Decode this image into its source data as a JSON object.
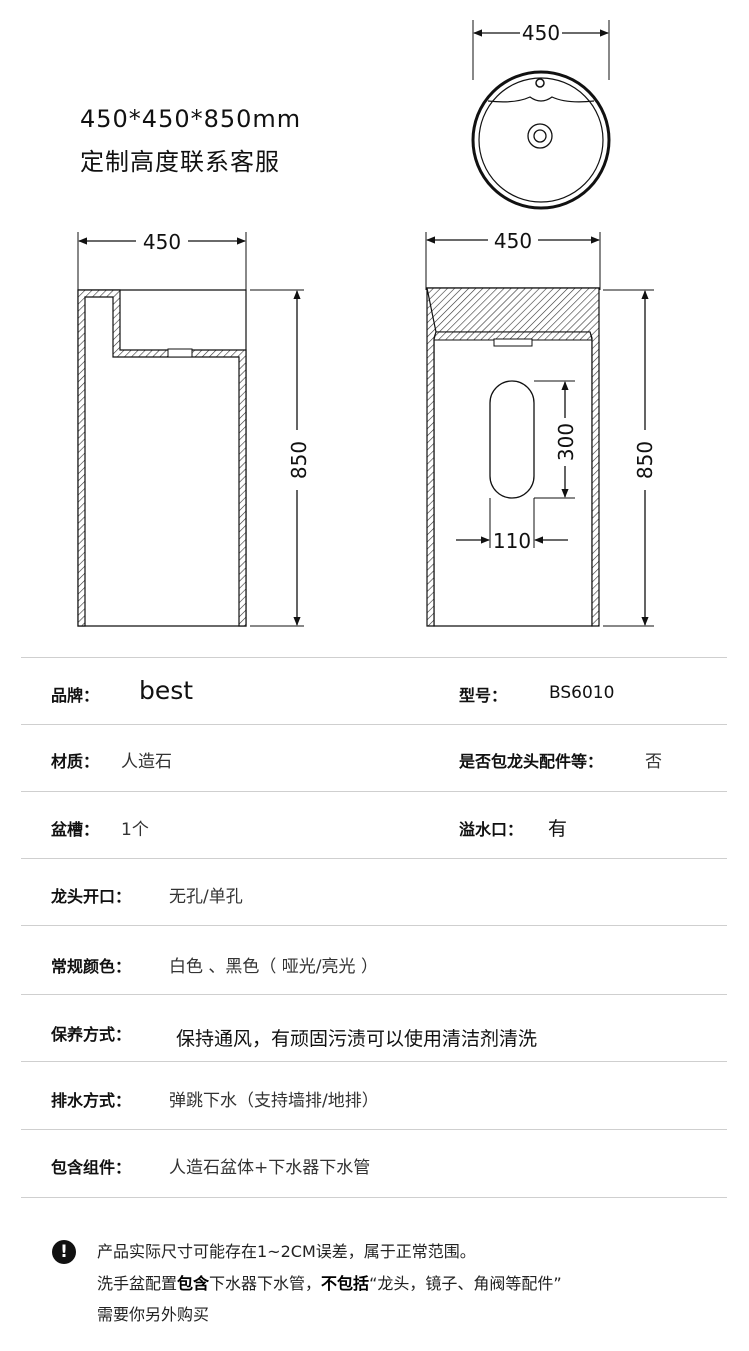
{
  "spec": {
    "size": "450*450*850mm",
    "custom": "定制高度联系客服"
  },
  "drawing": {
    "top_view_width": "450",
    "front_width": "450",
    "front_height": "850",
    "side_width": "450",
    "side_height": "850",
    "opening_height": "300",
    "opening_width": "110"
  },
  "details": [
    {
      "label": "品牌：",
      "value": "best",
      "label2": "型号：",
      "value2": "BS6010"
    },
    {
      "label": "材质：",
      "value": "人造石",
      "label2": "是否包龙头配件等：",
      "value2": "否"
    },
    {
      "label": "盆槽：",
      "value": "1个",
      "label2": "溢水口：",
      "value2": "有"
    },
    {
      "label": "龙头开口：",
      "value": "无孔/单孔"
    },
    {
      "label": "常规颜色：",
      "value": "白色 、黑色（ 哑光/亮光 ）"
    },
    {
      "label": "保养方式：",
      "value": "保持通风，有顽固污渍可以使用清洁剂清洗"
    },
    {
      "label": "排水方式：",
      "value": "弹跳下水（支持墙排/地排）"
    },
    {
      "label": "包含组件：",
      "value": "人造石盆体+下水器下水管"
    }
  ],
  "note": {
    "icon": "exclamation-icon",
    "line1": "产品实际尺寸可能存在1~2CM误差，属于正常范围。",
    "line2_a": "洗手盆配置",
    "line2_b": "包含",
    "line2_c": "下水器下水管，",
    "line2_d": "不包括",
    "line2_e": "“龙头，镜子、角阀等配件”",
    "line3": "需要你另外购买"
  }
}
